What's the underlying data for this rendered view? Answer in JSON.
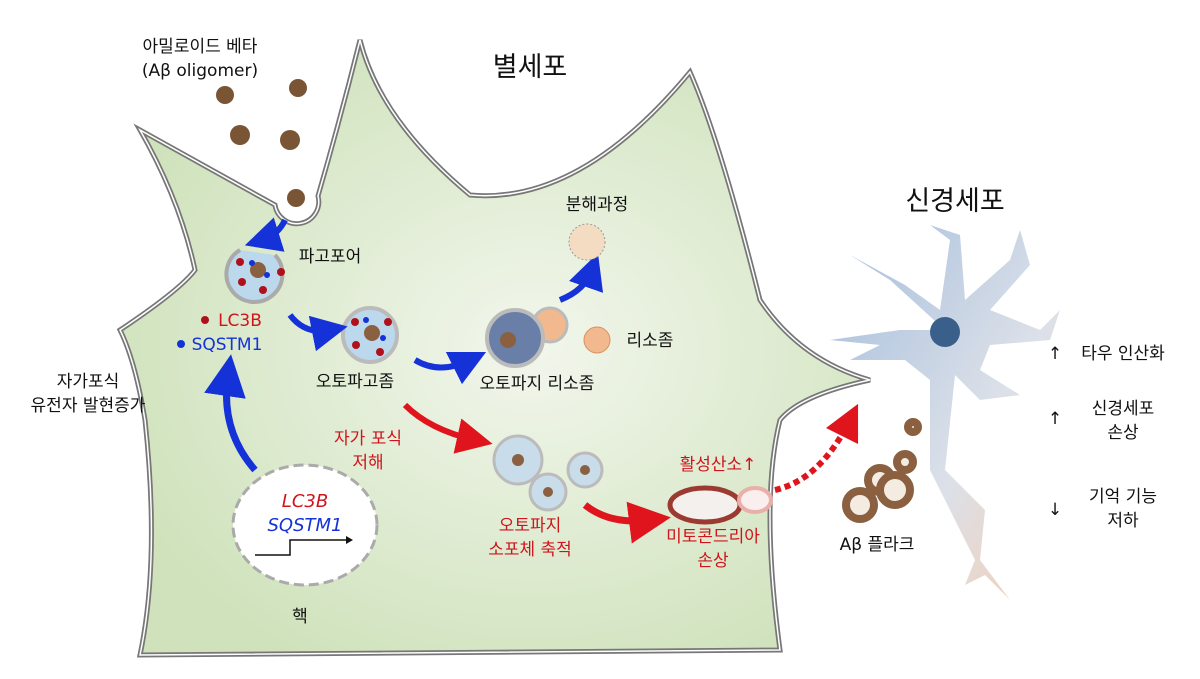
{
  "labels": {
    "amyloid_line1": "아밀로이드 베타",
    "amyloid_line2": "(Aβ oligomer)",
    "astrocyte_title": "별세포",
    "neuron_title": "신경세포",
    "degradation": "분해과정",
    "phagophore": "파고포어",
    "lc3b": "LC3B",
    "sqstm1": "SQSTM1",
    "gene_up_line1": "자가포식",
    "gene_up_line2": "유전자 발현증가",
    "autophagosome": "오토파고좀",
    "autolysosome": "오토파지 리소좀",
    "lysosome": "리소좀",
    "inhibit_line1": "자가 포식",
    "inhibit_line2": "저해",
    "ros": "활성산소↑",
    "accum_line1": "오토파지",
    "accum_line2": "소포체 축적",
    "mito_line1": "미토콘드리아",
    "mito_line2": "손상",
    "plaque": "Aβ 플라크",
    "nucleus": "핵",
    "gene_lc3b": "LC3B",
    "gene_sqstm1": "SQSTM1"
  },
  "effects": [
    {
      "arrow": "↑",
      "line1": "타우 인산화",
      "line2": ""
    },
    {
      "arrow": "↑",
      "line1": "신경세포",
      "line2": "손상"
    },
    {
      "arrow": "↓",
      "line1": "기억 기능",
      "line2": "저하"
    }
  ],
  "colors": {
    "cell_fill": "#d9e8c8",
    "membrane": "#777777",
    "red": "#d0141c",
    "blue": "#1432d8",
    "neuron": "#9ab6d8",
    "lysosome": "#f2b88e",
    "amyloid": "#7a5535"
  }
}
